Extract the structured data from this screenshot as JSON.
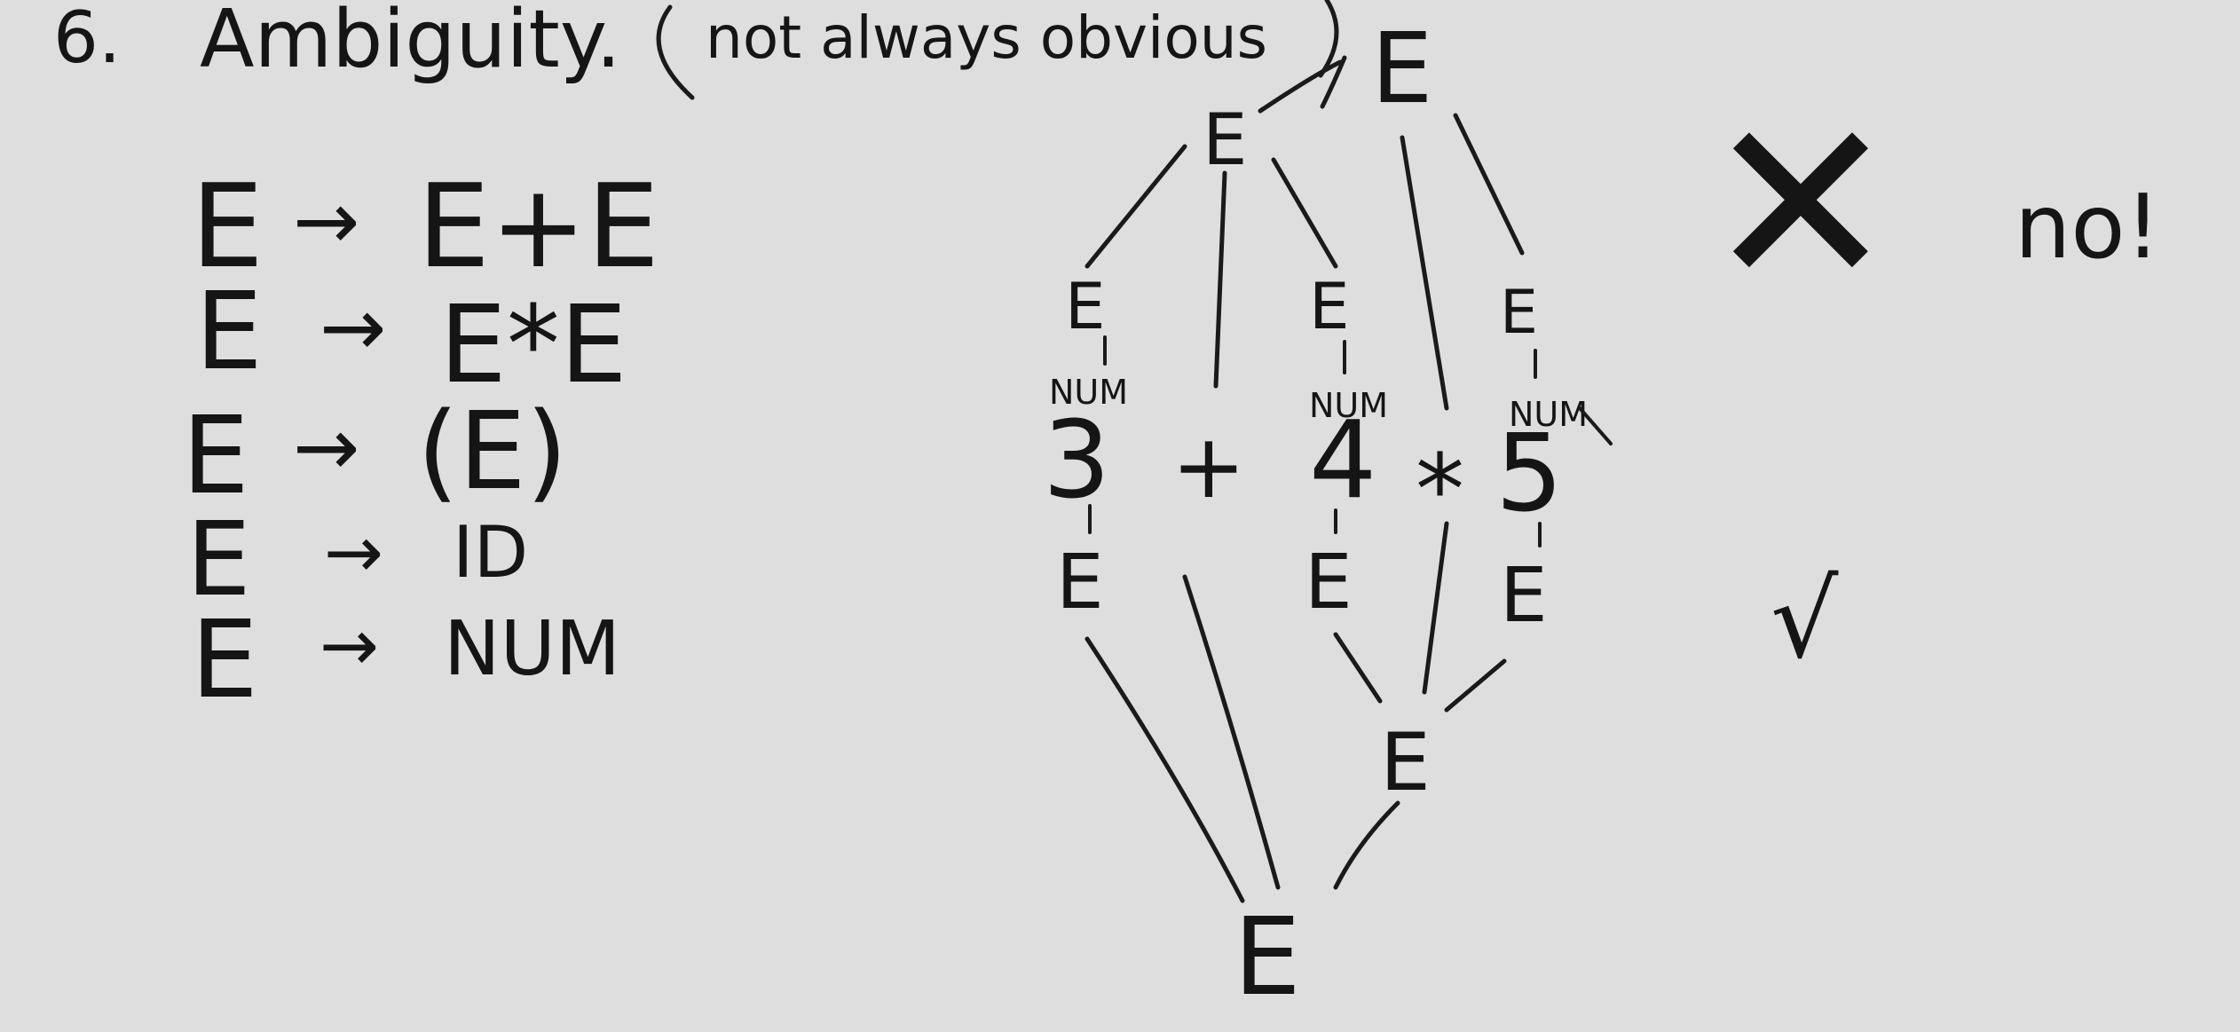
{
  "heading": {
    "number": "6.",
    "title": "Ambiguity.",
    "note": "not always obvious"
  },
  "grammar": {
    "rules": [
      {
        "lhs": "E",
        "arrow": "→",
        "rhs": "E+E"
      },
      {
        "lhs": "E",
        "arrow": "→",
        "rhs": "E*E"
      },
      {
        "lhs": "E",
        "arrow": "→",
        "rhs": "(E)"
      },
      {
        "lhs": "E",
        "arrow": "→",
        "rhs": "ID"
      },
      {
        "lhs": "E",
        "arrow": "→",
        "rhs": "NUM"
      }
    ]
  },
  "expression": {
    "tokens": [
      "3",
      "+",
      "4",
      "*",
      "5"
    ]
  },
  "top_tree": {
    "nonterminal": "E",
    "leaf_nonterminal": "E",
    "leaf_terminal": "NUM"
  },
  "bottom_tree": {
    "nonterminal": "E"
  },
  "verdicts": {
    "top_mark": "✕",
    "top_text": "no!",
    "bottom_mark": "√"
  },
  "colors": {
    "background": "#dedede",
    "ink": "#151515"
  }
}
